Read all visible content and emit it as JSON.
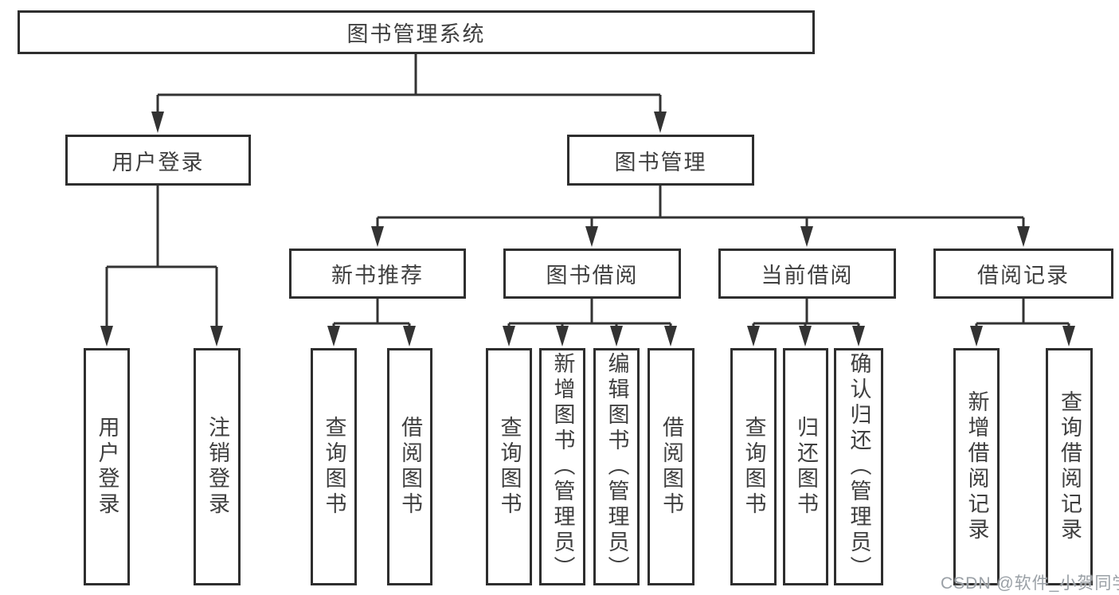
{
  "tree": {
    "label": "图书管理系统",
    "children": [
      {
        "label": "用户登录",
        "children": [
          {
            "label": "用户登录"
          },
          {
            "label": "注销登录"
          }
        ]
      },
      {
        "label": "图书管理",
        "children": [
          {
            "label": "新书推荐",
            "children": [
              {
                "label": "查询图书"
              },
              {
                "label": "借阅图书"
              }
            ]
          },
          {
            "label": "图书借阅",
            "children": [
              {
                "label": "查询图书"
              },
              {
                "label": "新增图书（管理员）"
              },
              {
                "label": "编辑图书（管理员）"
              },
              {
                "label": "借阅图书"
              }
            ]
          },
          {
            "label": "当前借阅",
            "children": [
              {
                "label": "查询图书"
              },
              {
                "label": "归还图书"
              },
              {
                "label": "确认归还（管理员）"
              }
            ]
          },
          {
            "label": "借阅记录",
            "children": [
              {
                "label": "新增借阅记录"
              },
              {
                "label": "查询借阅记录"
              }
            ]
          }
        ]
      }
    ]
  },
  "watermark": {
    "text": "CSDN @软件_小贺同学",
    "color": "#9aa0a6"
  },
  "colors": {
    "box_border": "#2e2e2e",
    "connector": "#333333",
    "text": "#3f3f3f",
    "background": "#ffffff"
  }
}
